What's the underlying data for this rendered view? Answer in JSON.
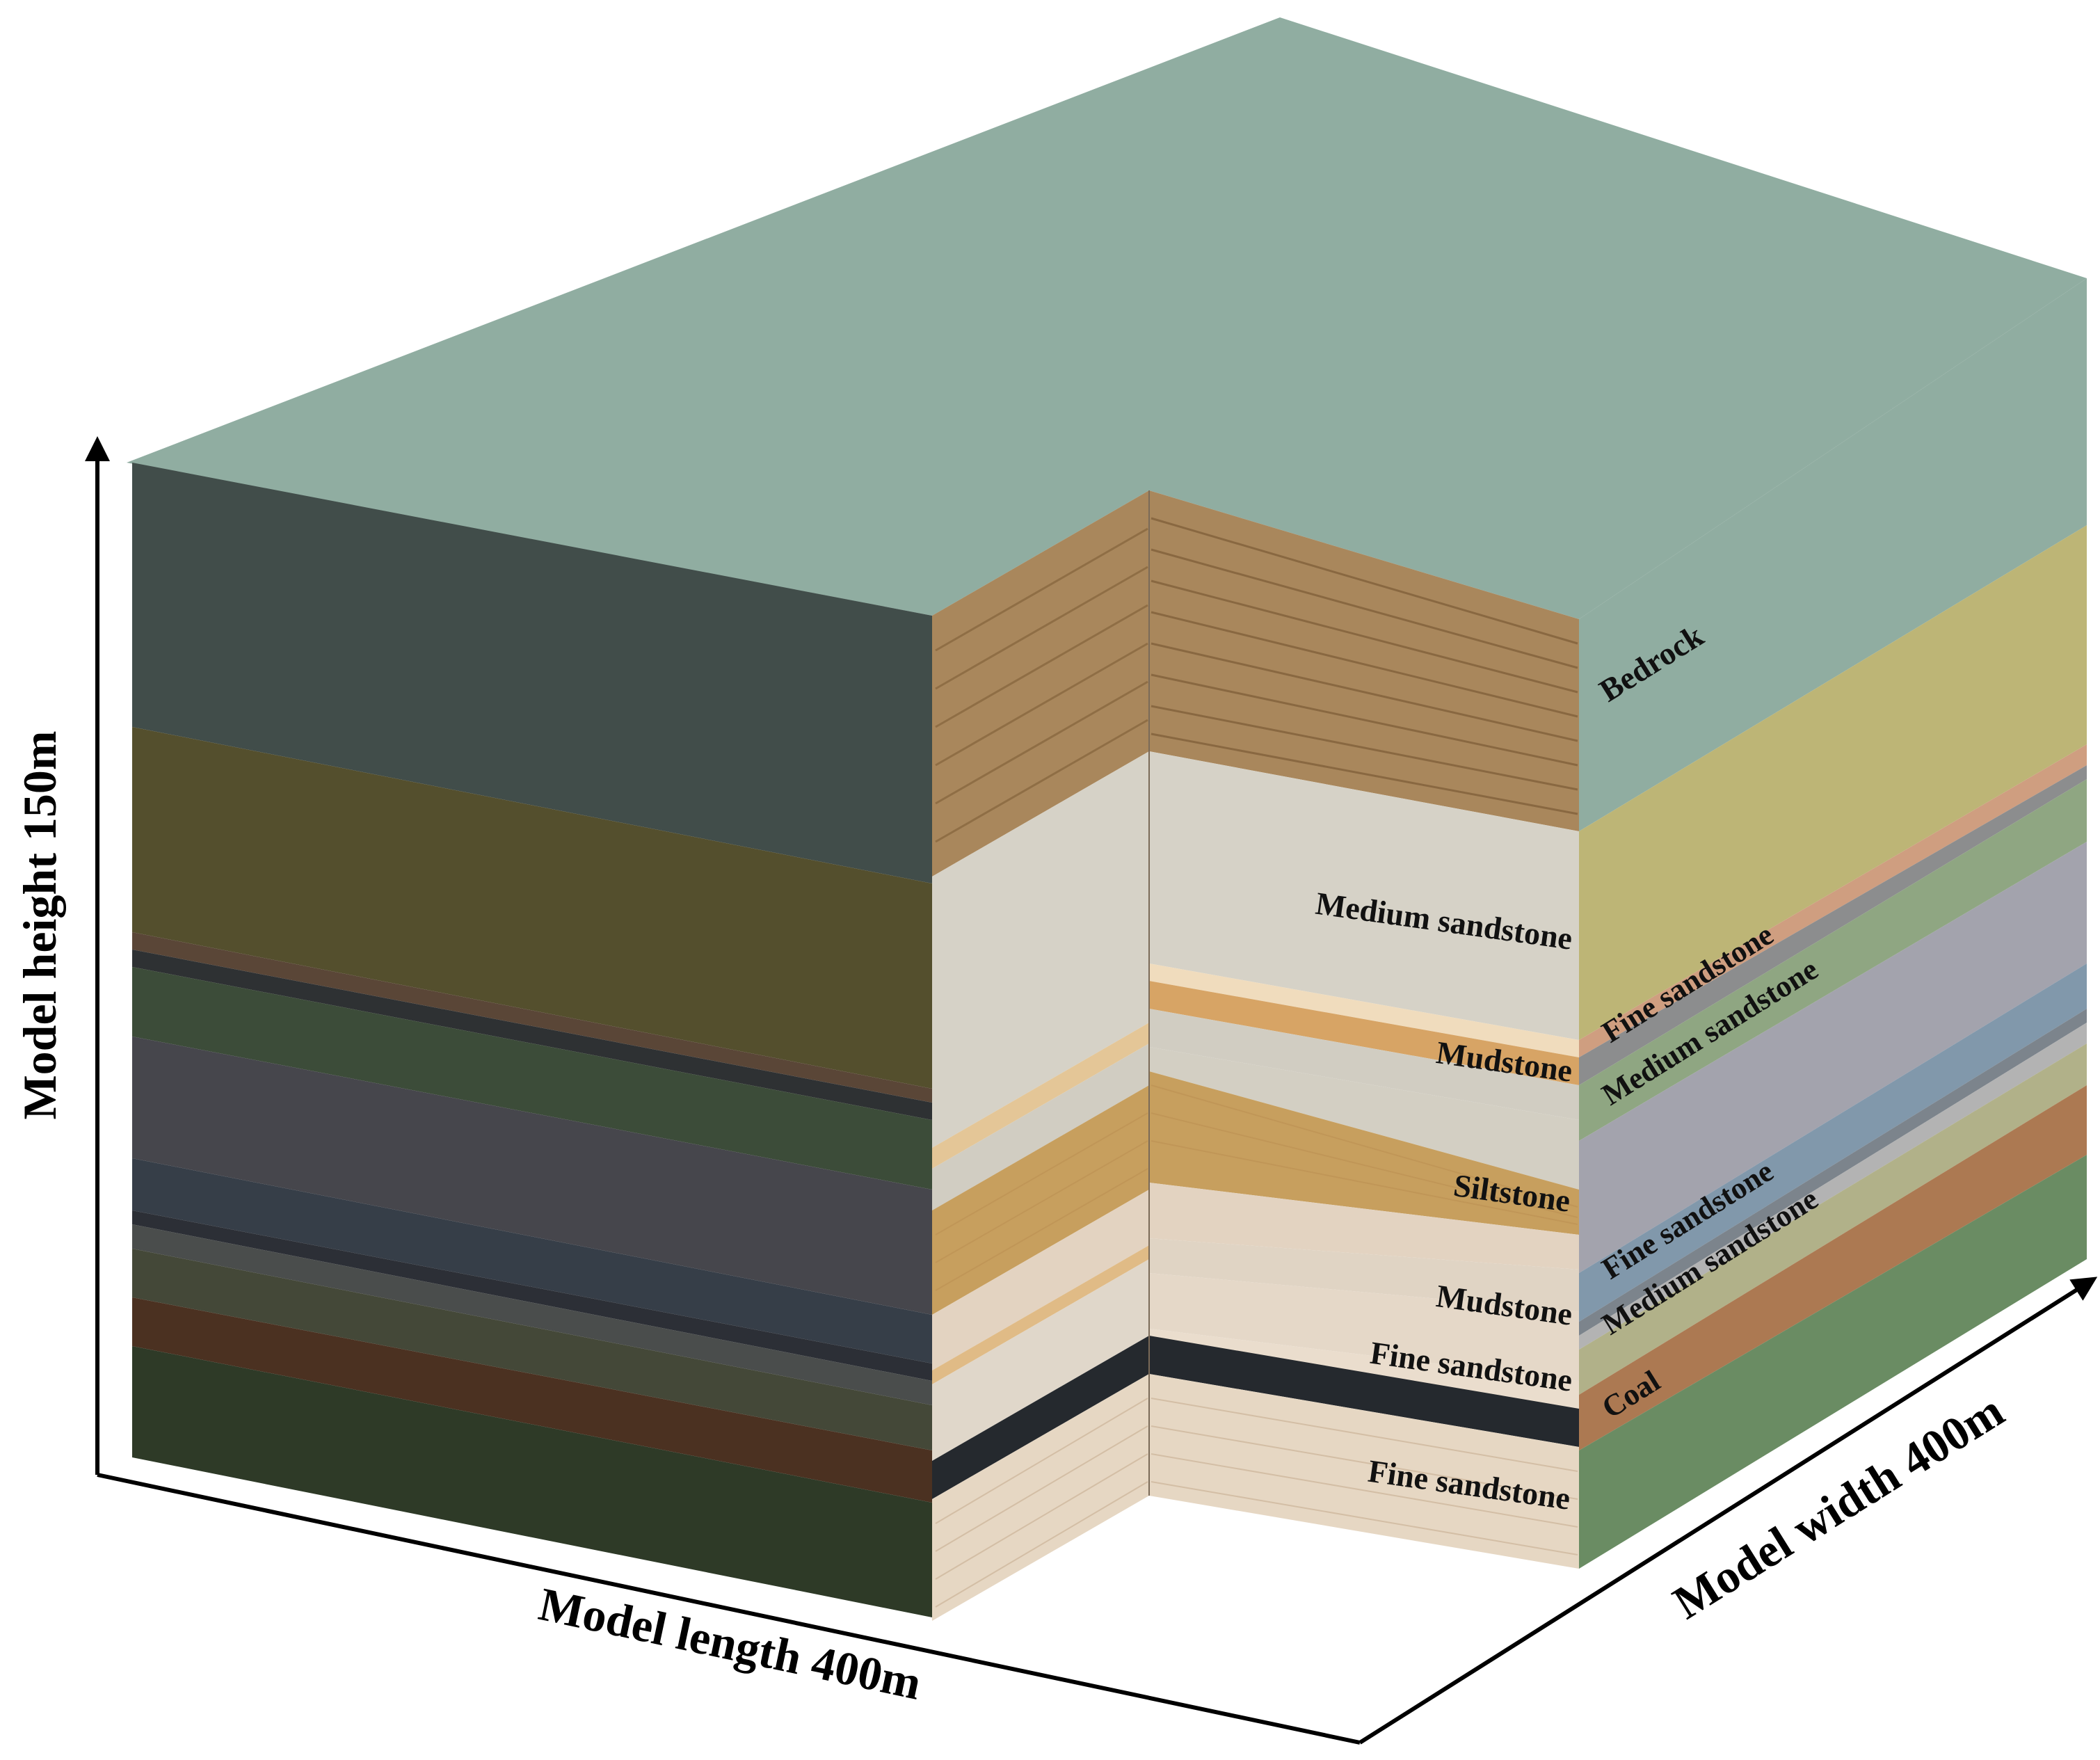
{
  "axes": {
    "height_label": "Model height 150m",
    "length_label": "Model length 400m",
    "width_label": "Model width 400m"
  },
  "cutout_labels": {
    "front": [
      "Medium sandstone",
      "Mudstone",
      "Siltstone",
      "Mudstone",
      "Fine sandstone",
      "Fine sandstone"
    ],
    "right": [
      "Bedrock",
      "Fine sandstone",
      "Medium sandstone",
      "Fine sandstone",
      "Medium sandstone",
      "Coal"
    ]
  },
  "colors": {
    "top_face": "#90ada1",
    "left_face_layers": [
      "#414d4a",
      "#544f2d",
      "#5a4637",
      "#2e3133",
      "#3c4c39",
      "#46464c",
      "#363e48",
      "#2c2f36",
      "#4a4d4c",
      "#444838",
      "#4b3121",
      "#2e3a27"
    ],
    "right_face_layers": [
      "#90ada1",
      "#bdb576",
      "#cf9e80",
      "#8c8d8e",
      "#8fa682",
      "#a3a3ad",
      "#8198ab",
      "#7c848c",
      "#b3b3b3",
      "#b1b189",
      "#ac7952",
      "#6a8c63"
    ],
    "sandstone_texture": "#c9a77f",
    "medium_sandstone_texture": "#d6d2c7",
    "siltstone_texture": "#c79f5e",
    "fine_sandstone_texture": "#e3d3c1",
    "coal": "#25292e"
  }
}
